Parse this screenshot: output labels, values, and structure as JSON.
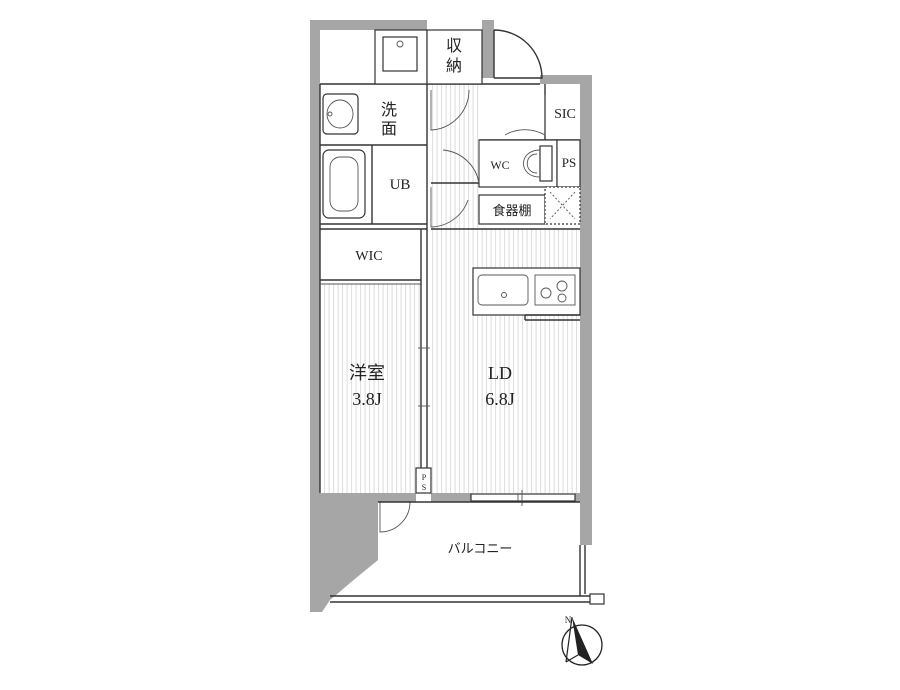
{
  "rooms": {
    "shuno": [
      "収",
      "納"
    ],
    "senmen": [
      "洗",
      "面"
    ],
    "sic": "SIC",
    "wc": "WC",
    "ps_top": "PS",
    "ub": "UB",
    "shokkidana": "食器棚",
    "wic": "WIC",
    "yoshitsu_name": "洋室",
    "yoshitsu_size": "3.8J",
    "ld_name": "LD",
    "ld_size": "6.8J",
    "ps_bottom": [
      "P",
      "S"
    ],
    "balcony": "バルコニー"
  },
  "compass": {
    "label": "N"
  },
  "colors": {
    "wall": "#a6a6a6",
    "floor_stripe": "#dcdcdc",
    "line": "#333333"
  }
}
